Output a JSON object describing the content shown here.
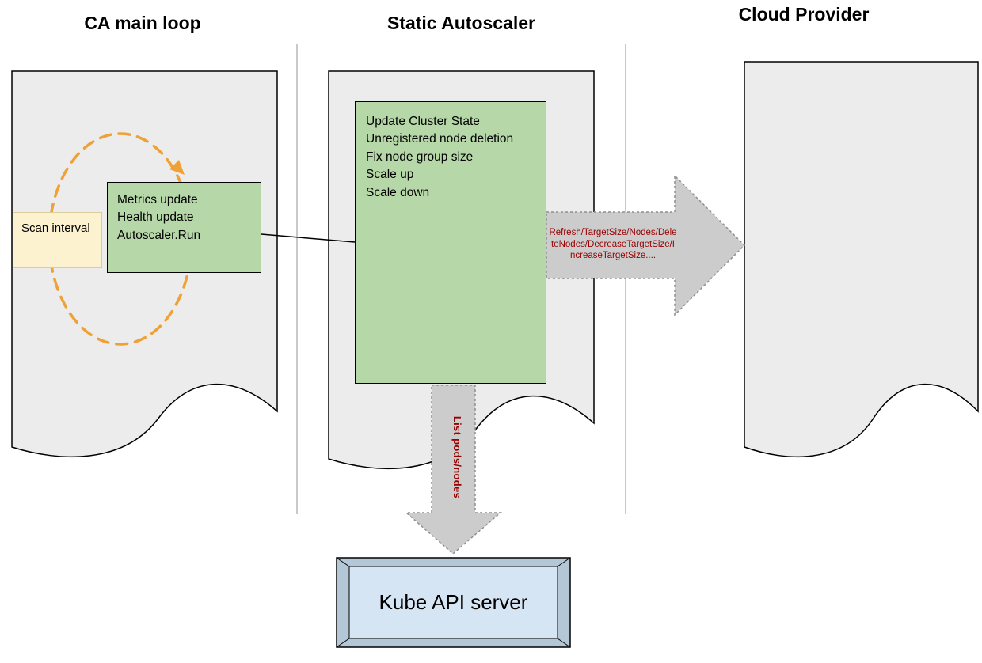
{
  "diagram": {
    "columns": [
      {
        "title": "CA main loop"
      },
      {
        "title": "Static Autoscaler"
      },
      {
        "title": "Cloud Provider"
      }
    ],
    "scan_interval": {
      "label": "Scan interval"
    },
    "main_loop_box": {
      "lines": [
        "Metrics update",
        "Health update",
        "Autoscaler.Run"
      ]
    },
    "autoscaler_box": {
      "lines": [
        "Update Cluster State",
        "Unregistered node deletion",
        "Fix node group size",
        "Scale up",
        "Scale down"
      ]
    },
    "cloud_arrow": {
      "label": "Refresh/TargetSize/Nodes/DeleteNodes/DecreaseTargetSize/IncreaseTargetSize...."
    },
    "kube_arrow": {
      "label": "List pods/nodes"
    },
    "kube_box": {
      "label": "Kube API server"
    },
    "colors": {
      "green_box": "#b6d7a8",
      "yellow_box": "#fdf2cf",
      "orange_loop": "#f0a136",
      "gray_arrow": "#cccccc",
      "arrow_text": "#990000",
      "document_fill": "#ececec",
      "kube_face": "#d6e5f3",
      "kube_bevel": "#b4c7d6"
    }
  }
}
